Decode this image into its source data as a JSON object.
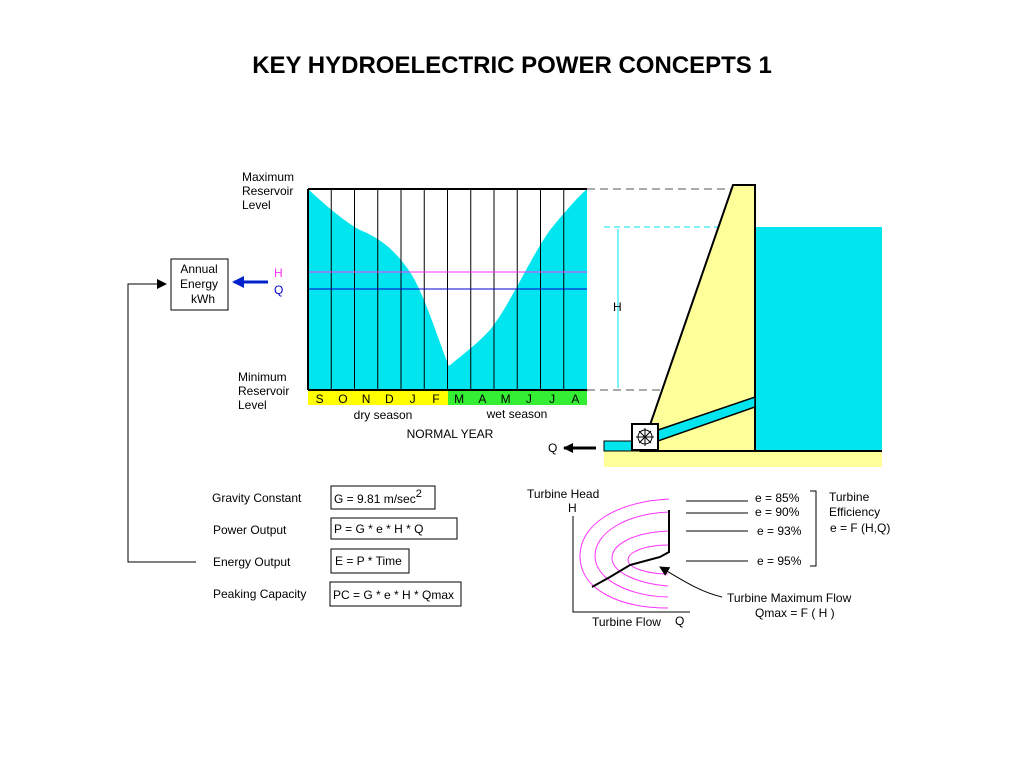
{
  "title": "KEY HYDROELECTRIC POWER CONCEPTS 1",
  "colors": {
    "water": "#00e5ee",
    "dam": "#ffff99",
    "months_dry": "#ffff00",
    "months_wet": "#33ee33",
    "magenta": "#ff33ff",
    "blue": "#0000cc",
    "arrow_blue": "#0022cc"
  },
  "reservoir": {
    "max_label": [
      "Maximum",
      "Reservoir",
      "Level"
    ],
    "min_label": [
      "Minimum",
      "Reservoir",
      "Level"
    ],
    "h_line_label": "H",
    "q_line_label": "Q",
    "months": [
      "S",
      "O",
      "N",
      "D",
      "J",
      "F",
      "M",
      "A",
      "M",
      "J",
      "J",
      "A"
    ],
    "dry_season_label": "dry season",
    "wet_season_label": "wet season",
    "year_label": "NORMAL YEAR"
  },
  "annual_energy_box": [
    "Annual",
    "Energy",
    "kWh"
  ],
  "dam": {
    "head_label": "H",
    "flow_label": "Q",
    "turbine_icon": "turbine-wheel-icon"
  },
  "formulas": [
    {
      "label": "Gravity Constant",
      "formula": "G = 9.81  m/sec",
      "superscript": "2"
    },
    {
      "label": "Power Output",
      "formula": "P  =  G * e * H * Q",
      "superscript": ""
    },
    {
      "label": "Energy Output",
      "formula": "E =  P * Time",
      "superscript": ""
    },
    {
      "label": "Peaking Capacity",
      "formula": "PC = G * e * H * Qmax",
      "superscript": ""
    }
  ],
  "turbine_chart": {
    "y_title": "Turbine Head",
    "y_symbol": "H",
    "x_title": "Turbine Flow",
    "x_symbol": "Q",
    "efficiency_labels": [
      "e = 85%",
      "e = 90%",
      "e = 93%",
      "e = 95%"
    ],
    "efficiency_title": [
      "Turbine",
      "Efficiency",
      "e = F (H,Q)"
    ],
    "max_flow_label": [
      "Turbine Maximum Flow",
      "Qmax = F ( H )"
    ]
  }
}
